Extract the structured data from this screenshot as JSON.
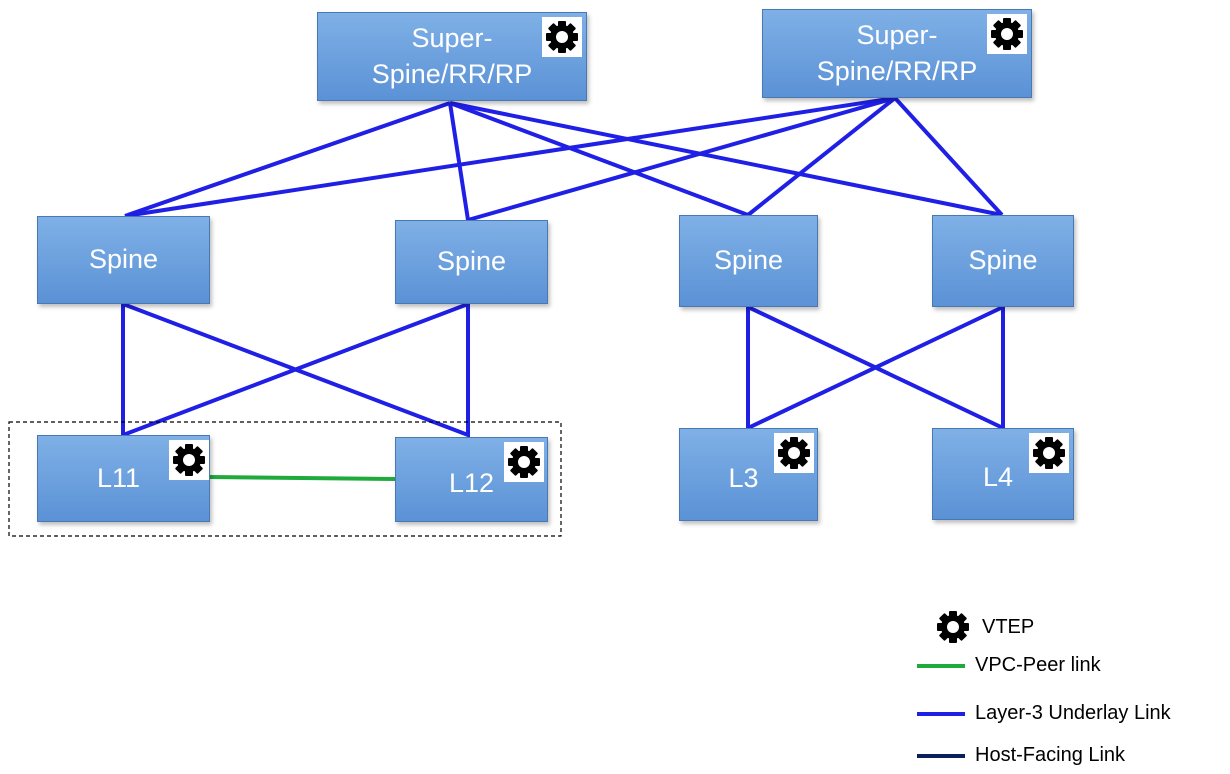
{
  "nodes": {
    "superspine1": {
      "label": "Super-\nSpine/RR/RP"
    },
    "superspine2": {
      "label": "Super-\nSpine/RR/RP"
    },
    "spine1": {
      "label": "Spine"
    },
    "spine2": {
      "label": "Spine"
    },
    "spine3": {
      "label": "Spine"
    },
    "spine4": {
      "label": "Spine"
    },
    "leaf1": {
      "label": "L11"
    },
    "leaf2": {
      "label": "L12"
    },
    "leaf3": {
      "label": "L3"
    },
    "leaf4": {
      "label": "L4"
    }
  },
  "legend": {
    "vtep": "VTEP",
    "vpc_peer": "VPC-Peer link",
    "underlay": "Layer-3 Underlay Link",
    "host_facing": "Host-Facing Link"
  },
  "colors": {
    "underlay": "#1f1fe6",
    "vpc_peer": "#1faa3c",
    "host_facing": "#0b1f5c",
    "node_fill": "#6aa0e0"
  }
}
